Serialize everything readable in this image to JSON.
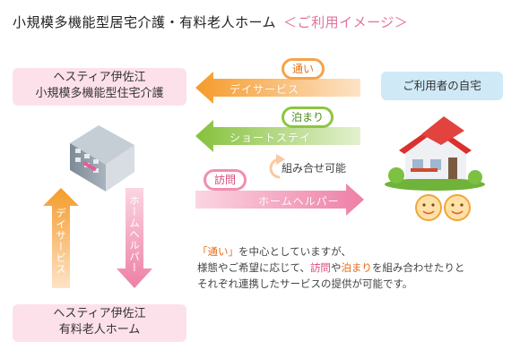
{
  "title": {
    "main": "小規模多機能型居宅介護・有料老人ホーム",
    "sub": "＜ご利用イメージ＞"
  },
  "facility_top": {
    "line1": "ヘスティア伊佐江",
    "line2": "小規模多機能型住宅介護"
  },
  "facility_bottom": {
    "line1": "ヘスティア伊佐江",
    "line2": "有料老人ホーム"
  },
  "home": {
    "label": "ご利用者の自宅"
  },
  "services": {
    "day": {
      "tag": "通い",
      "arrow": "デイサービス"
    },
    "short": {
      "tag": "泊まり",
      "arrow": "ショートステイ"
    },
    "visit": {
      "tag": "訪問",
      "arrow": "ホームヘルパー"
    },
    "combo": "組み合せ可能"
  },
  "vertical": {
    "up": "デイサービス",
    "down": "ホームヘルパー"
  },
  "description": {
    "line1_hl": "「通い」",
    "line1_rest": "を中心としていますが、",
    "line2_a": "様態やご希望に応じて、",
    "line2_hl1": "訪問",
    "line2_b": "や",
    "line2_hl2": "泊まり",
    "line2_c": "を組み合わせたりと",
    "line3": "それぞれ連携したサービスの提供が可能です。"
  },
  "colors": {
    "orange": "#f5a034",
    "green": "#8cc63f",
    "pink": "#f28db0",
    "pink_box": "#fde1ea",
    "blue_box": "#cfe9f7"
  }
}
